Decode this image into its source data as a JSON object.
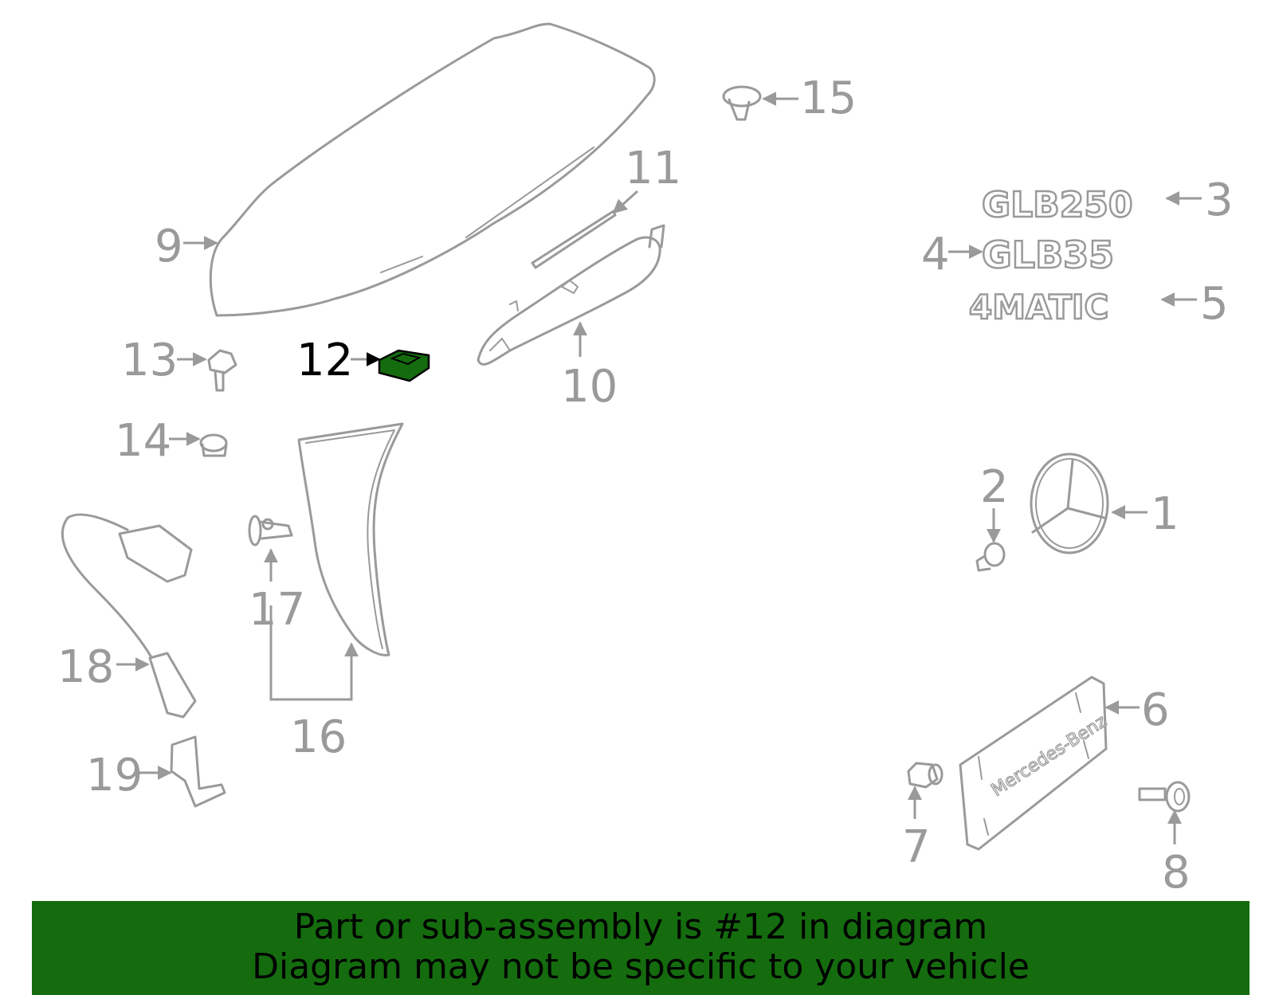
{
  "diagram": {
    "highlight_color": "#146c0e",
    "highlighted_part": "12",
    "callouts": [
      {
        "id": "c1",
        "label": "1"
      },
      {
        "id": "c2",
        "label": "2"
      },
      {
        "id": "c3",
        "label": "3"
      },
      {
        "id": "c4",
        "label": "4"
      },
      {
        "id": "c5",
        "label": "5"
      },
      {
        "id": "c6",
        "label": "6"
      },
      {
        "id": "c7",
        "label": "7"
      },
      {
        "id": "c8",
        "label": "8"
      },
      {
        "id": "c9",
        "label": "9"
      },
      {
        "id": "c10",
        "label": "10"
      },
      {
        "id": "c11",
        "label": "11"
      },
      {
        "id": "c12",
        "label": "12"
      },
      {
        "id": "c13",
        "label": "13"
      },
      {
        "id": "c14",
        "label": "14"
      },
      {
        "id": "c15",
        "label": "15"
      },
      {
        "id": "c16",
        "label": "16"
      },
      {
        "id": "c17",
        "label": "17"
      },
      {
        "id": "c18",
        "label": "18"
      },
      {
        "id": "c19",
        "label": "19"
      }
    ],
    "emblems": {
      "glb250": "GLB250",
      "glb35": "GLB35",
      "matic": "4MATIC"
    },
    "plate_text": "Mercedes-Benz"
  },
  "banner": {
    "line1": "Part or sub-assembly is #12 in diagram",
    "line2": "Diagram may not be specific to your vehicle",
    "background": "#146c0e"
  }
}
